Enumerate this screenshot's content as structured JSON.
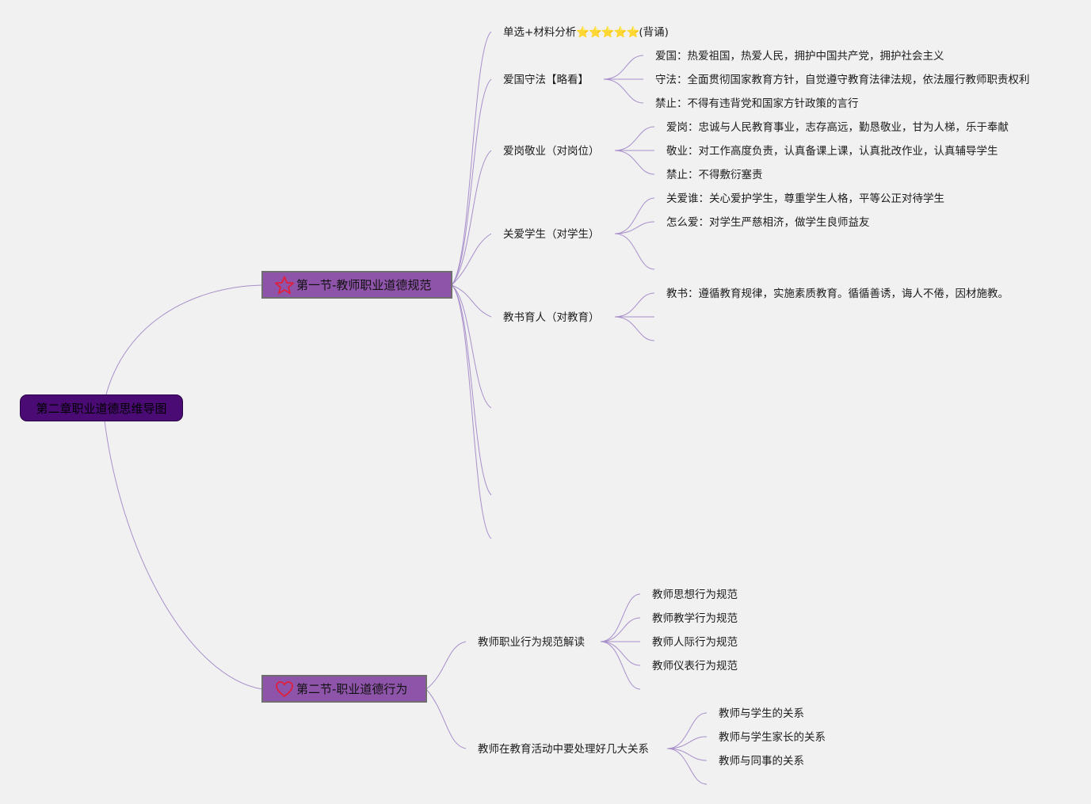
{
  "root": {
    "label": "第二章职业道德思维导图"
  },
  "section1": {
    "label": "第一节-教师职业道德规范",
    "icon": "star-outline-icon",
    "nodes": [
      {
        "label": "单选+材料分析",
        "stars": "⭐⭐⭐⭐⭐",
        "suffix": "(背诵)"
      },
      {
        "label": "爱国守法【略看】",
        "children": [
          "爱国：热爱祖国，热爱人民，拥护中国共产党，拥护社会主义",
          "守法：全面贯彻国家教育方针，自觉遵守教育法律法规，依法履行教师职责权利",
          "禁止：不得有违背党和国家方针政策的言行"
        ]
      },
      {
        "label": "爱岗敬业（对岗位）",
        "children": [
          "爱岗：忠诚与人民教育事业，志存高远，勤恳敬业，甘为人梯，乐于奉献",
          "敬业：对工作高度负责，认真备课上课，认真批改作业，认真辅导学生",
          "禁止：不得敷衍塞责"
        ]
      },
      {
        "label": "关爱学生（对学生）",
        "children": [
          "关爱谁：关心爱护学生，尊重学生人格，平等公正对待学生",
          "怎么爱：对学生严慈相济，做学生良师益友",
          ""
        ]
      },
      {
        "label": "教书育人（对教育）",
        "children": [
          "教书：遵循教育规律，实施素质教育。循循善诱，诲人不倦，因材施教。",
          "",
          ""
        ]
      }
    ]
  },
  "section2": {
    "label": "第二节-职业道德行为",
    "icon": "heart-outline-icon",
    "nodes": [
      {
        "label": "教师职业行为规范解读",
        "children": [
          "教师思想行为规范",
          "教师教学行为规范",
          "教师人际行为规范",
          "教师仪表行为规范"
        ]
      },
      {
        "label": "教师在教育活动中要处理好几大关系",
        "children": [
          "教师与学生的关系",
          "教师与学生家长的关系",
          "教师与同事的关系"
        ]
      }
    ]
  },
  "colors": {
    "line": "#a88fcb",
    "root_fill": "#4a0c74",
    "section_fill": "#8e54a9",
    "icon_red": "#e0203a",
    "star_gold": "#f3c21c"
  }
}
